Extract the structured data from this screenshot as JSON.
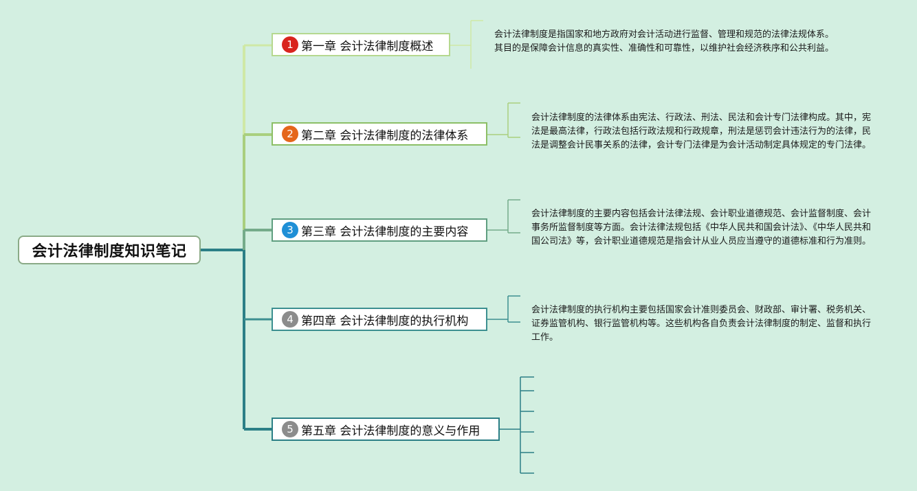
{
  "root": {
    "title": "会计法律制度知识笔记"
  },
  "chapters": [
    {
      "number": "1",
      "label": "第一章 会计法律制度概述",
      "badge_color": "#d9241e",
      "branch_color": "#cfe8a6",
      "note": "会计法律制度是指国家和地方政府对会计活动进行监督、管理和规范的法律法规体系。其目的是保障会计信息的真实性、准确性和可靠性，以维护社会经济秩序和公共利益。"
    },
    {
      "number": "2",
      "label": "第二章 会计法律制度的法律体系",
      "badge_color": "#e5661b",
      "branch_color": "#a9cf7e",
      "note": "会计法律制度的法律体系由宪法、行政法、刑法、民法和会计专门法律构成。其中，宪法是最高法律，行政法包括行政法规和行政规章，刑法是惩罚会计违法行为的法律，民法是调整会计民事关系的法律，会计专门法律是为会计活动制定具体规定的专门法律。"
    },
    {
      "number": "3",
      "label": "第三章 会计法律制度的主要内容",
      "badge_color": "#1f8fd6",
      "branch_color": "#75ab8a",
      "note": "会计法律制度的主要内容包括会计法律法规、会计职业道德规范、会计监督制度、会计事务所监督制度等方面。会计法律法规包括《中华人民共和国会计法》、《中华人民共和国公司法》等，会计职业道德规范是指会计从业人员应当遵守的道德标准和行为准则。"
    },
    {
      "number": "4",
      "label": "第四章 会计法律制度的执行机构",
      "badge_color": "#8c8c8c",
      "branch_color": "#3c8f90",
      "note": "会计法律制度的执行机构主要包括国家会计准则委员会、财政部、审计署、税务机关、证券监管机构、银行监管机构等。这些机构各自负责会计法律制度的制定、监督和执行工作。"
    },
    {
      "number": "5",
      "label": "第五章 会计法律制度的意义与作用",
      "badge_color": "#8c8c8c",
      "branch_color": "#2b7f86",
      "note": ""
    }
  ]
}
